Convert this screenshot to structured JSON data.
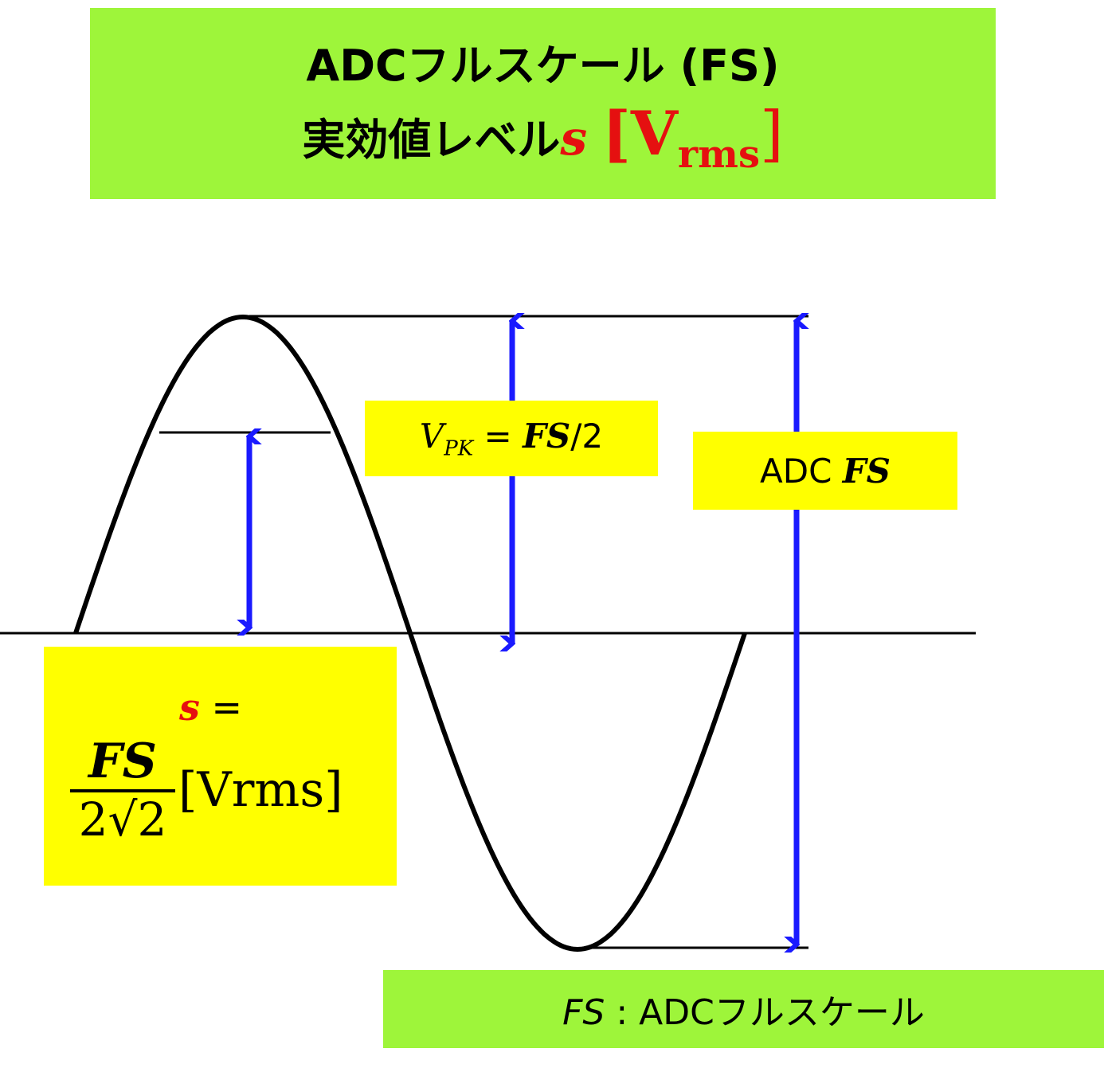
{
  "title": {
    "line1": "ADCフルスケール (FS)",
    "line2_prefix": "実効値レベル",
    "line2_var": "s",
    "line2_unit_open": "[V",
    "line2_unit_sub": "rms",
    "line2_unit_close": "]"
  },
  "labels": {
    "vpk": {
      "var": "V",
      "sub": "PK",
      "eq": " = ",
      "fs": "FS",
      "rest": "/2"
    },
    "adc_fs": {
      "prefix": "ADC ",
      "fs": "FS"
    },
    "rms": {
      "var": "s",
      "eq": " =",
      "numerator": "FS",
      "denominator": "2√2",
      "unit": "[Vrms]"
    },
    "legend": {
      "fs": "FS",
      "rest": " : ADCフルスケール"
    }
  },
  "colors": {
    "wave": "#000000",
    "arrow": "#1a1aff",
    "highlight_red": "#e51010",
    "green": "#9ef53a",
    "yellow": "#ffff00"
  }
}
